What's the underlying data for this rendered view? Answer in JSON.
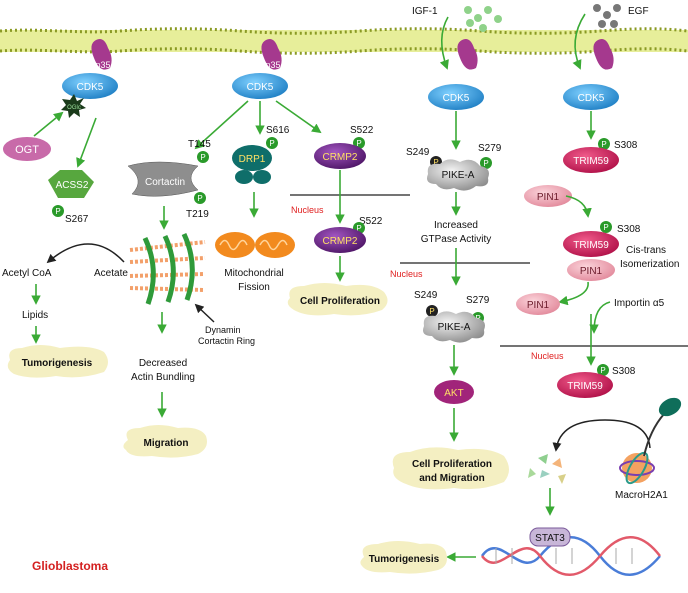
{
  "figure_label": "Glioblastoma",
  "membrane": {
    "p35": "p35",
    "cdk5": "CDK5"
  },
  "ligands": {
    "igf1": "IGF-1",
    "egf": "EGF"
  },
  "ogt_branch": {
    "ogt": "OGT",
    "oglc": "OGlc",
    "acss2": "ACSS2",
    "acss2_site": "S267",
    "acetyl_coa": "Acetyl CoA",
    "acetate": "Acetate",
    "lipids": "Lipids",
    "tumorigenesis": "Tumorigenesis"
  },
  "cortactin_branch": {
    "cortactin": "Cortactin",
    "site_top": "T145",
    "site_bottom": "T219",
    "ring_line1": "Dynamin",
    "ring_line2": "Cortactin Ring",
    "result_line1": "Decreased",
    "result_line2": "Actin Bundling",
    "migration": "Migration"
  },
  "drp1_branch": {
    "drp1": "DRP1",
    "site": "S616",
    "result_line1": "Mitochondrial",
    "result_line2": "Fission"
  },
  "crmp2_branch": {
    "crmp2": "CRMP2",
    "site": "S522",
    "nucleus": "Nucleus",
    "crmp2_nuclear": "CRMP2",
    "result": "Cell Proliferation"
  },
  "pike_branch": {
    "pike": "PIKE-A",
    "site_left": "S249",
    "site_right": "S279",
    "gtpase_line1": "Increased",
    "gtpase_line2": "GTPase Activity",
    "nucleus": "Nucleus",
    "pike_nuclear": "PIKE-A",
    "site_left2": "S249",
    "site_right2": "S279",
    "akt": "AKT",
    "result_line1": "Cell Proliferation",
    "result_line2": "and Migration"
  },
  "trim_branch": {
    "trim59": "TRIM59",
    "site": "S308",
    "pin1": "PIN1",
    "trim59_b": "TRIM59",
    "site_b": "S308",
    "pin1_b": "PIN1",
    "iso_line1": "Cis-trans",
    "iso_line2": "Isomerization",
    "pin1_c": "PIN1",
    "importin": "Importin α5",
    "nucleus": "Nucleus",
    "trim59_c": "TRIM59",
    "site_c": "S308",
    "macro": "MacroH2A1",
    "stat3": "STAT3",
    "tumorigenesis": "Tumorigenesis"
  },
  "phospho": "P",
  "colors": {
    "arrow": "#3aaa35",
    "cdk5": "#1f95d8",
    "p35": "#a5398e",
    "ogt": "#c86aa9",
    "acss2": "#57a73e",
    "drp1": "#0f6e6a",
    "crmp2": "#6f2a86",
    "trim59": "#d81c5a",
    "pin1": "#f0a5b2",
    "akt": "#a1247a",
    "nucleus_text": "#e02020",
    "membrane": "#b9c94a",
    "cloud": "#f4efc2",
    "mito": "#f28a1e",
    "phospho": "#2a9a2a"
  }
}
